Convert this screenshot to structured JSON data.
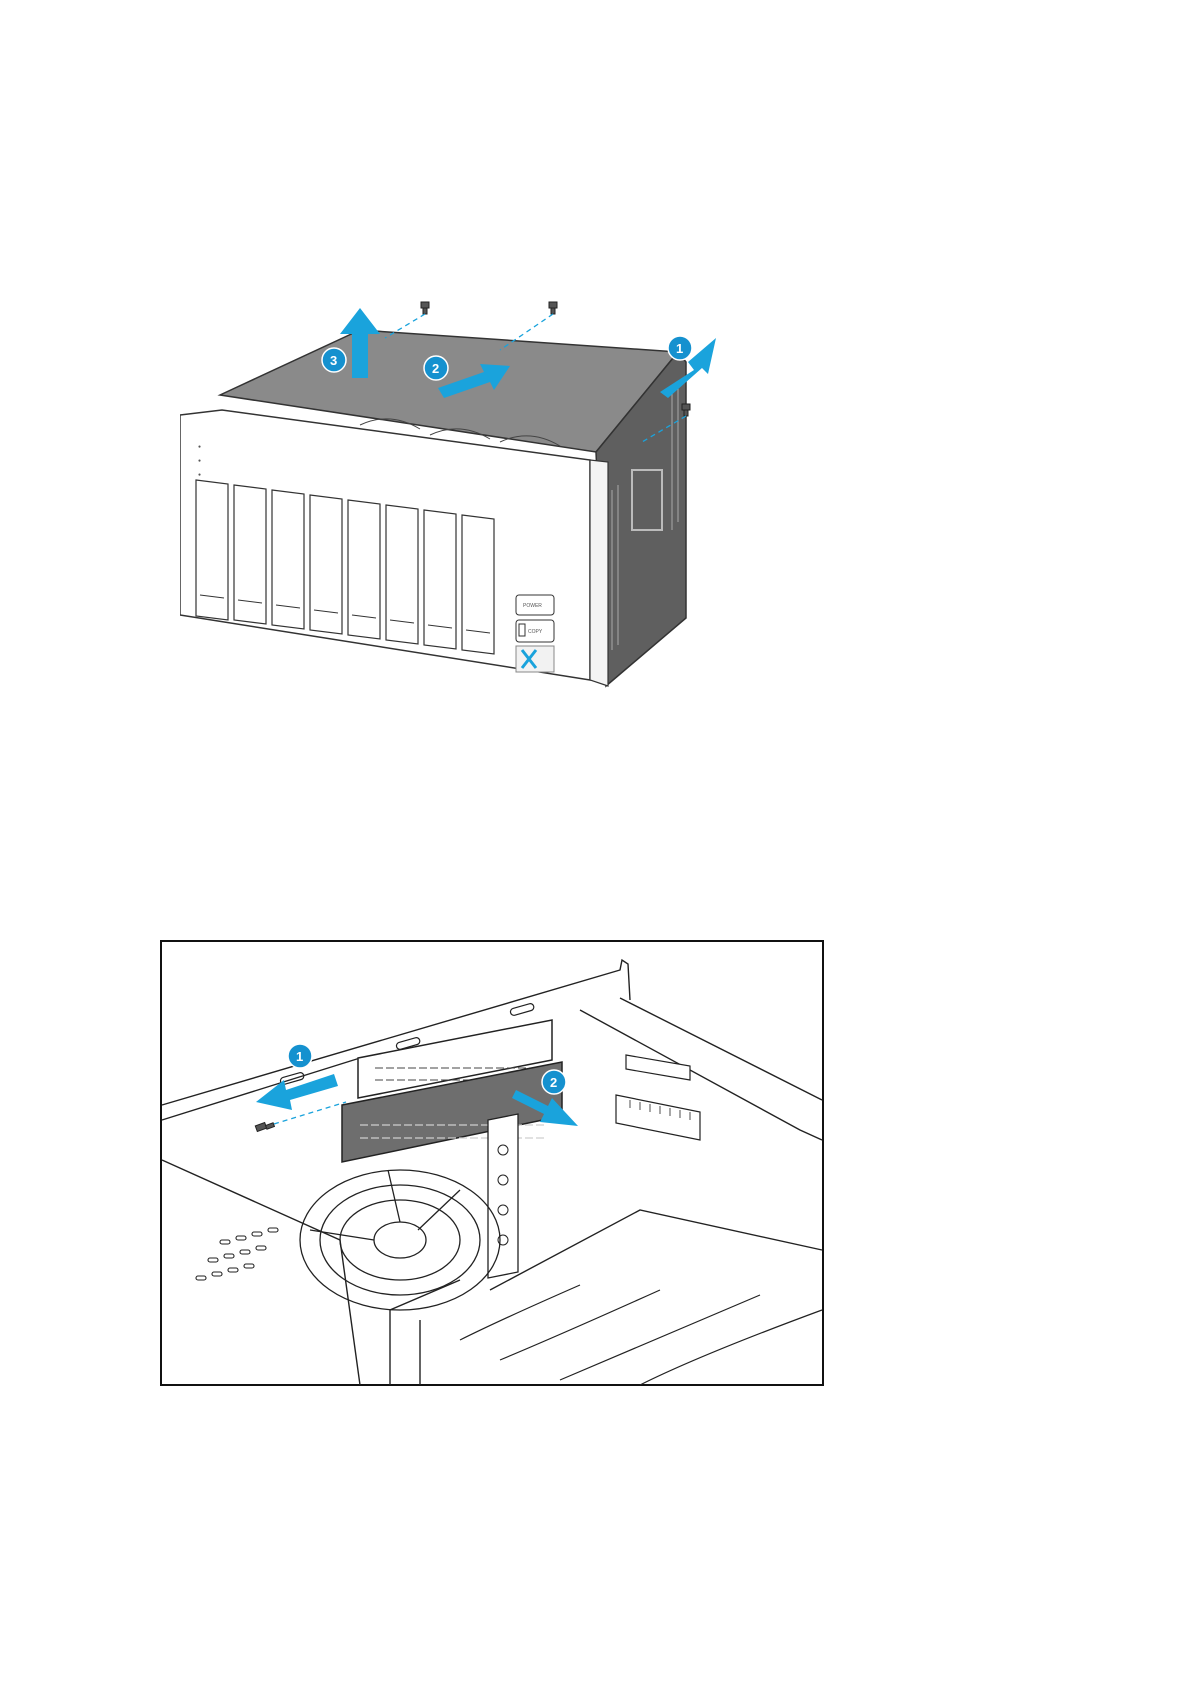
{
  "figure_top": {
    "steps": [
      "1",
      "2",
      "3"
    ],
    "front_panel": {
      "power_label": "POWER",
      "copy_label": "COPY"
    }
  },
  "figure_bottom": {
    "steps": [
      "1",
      "2"
    ]
  },
  "colors": {
    "accent": "#1aa3dc",
    "badge": "#1591cf",
    "cover": "#8a8a8a",
    "cover_dark": "#5f5f5f",
    "line": "#222222",
    "bracket": "#6e6e6e"
  }
}
